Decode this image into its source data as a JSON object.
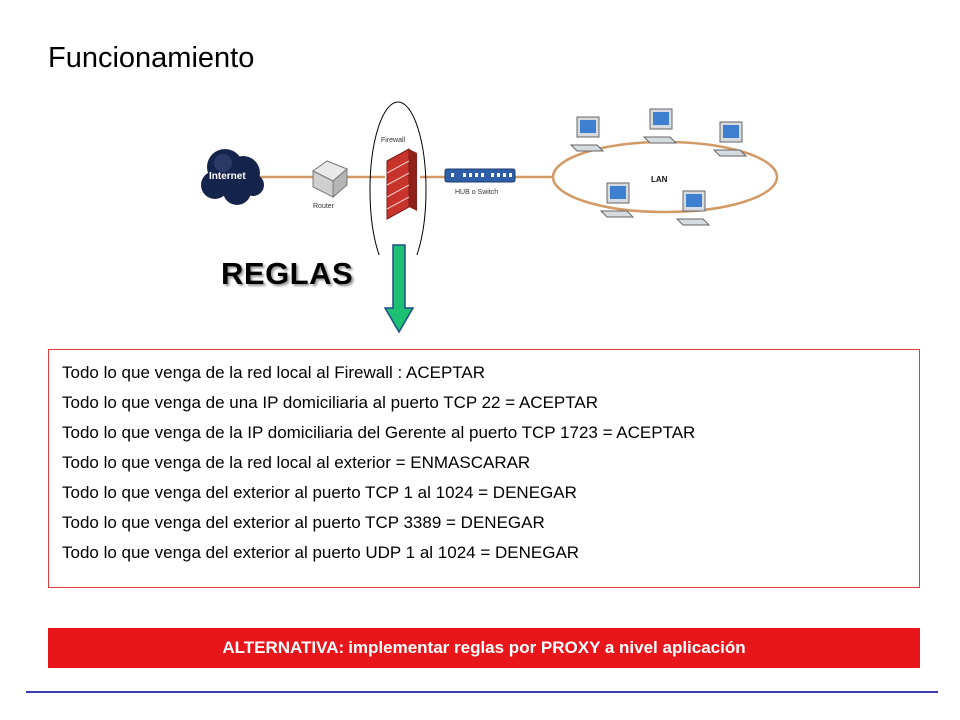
{
  "slide": {
    "title": "Funcionamiento",
    "reglas_heading": "REGLAS"
  },
  "diagram": {
    "labels": {
      "internet": "Internet",
      "router": "Router",
      "firewall": "Firewall",
      "hub": "HUB o Switch",
      "lan": "LAN"
    },
    "colors": {
      "cable": "#d19a66",
      "internet_cloud": "#15244a",
      "firewall_brick": "#c8342c",
      "hub": "#2e5ea8",
      "arrow_fill": "#1dbf73",
      "arrow_stroke": "#1b4f87"
    }
  },
  "rules": [
    "Todo lo que venga de la red local al Firewall : ACEPTAR",
    "Todo lo que venga de una IP domiciliaria al puerto TCP 22 = ACEPTAR",
    "Todo lo que venga de la IP domiciliaria del Gerente al puerto TCP 1723 = ACEPTAR",
    "Todo lo que venga de la red local al exterior = ENMASCARAR",
    "Todo lo que venga del exterior al puerto TCP 1 al 1024 = DENEGAR",
    "Todo lo que venga del exterior al puerto TCP 3389 = DENEGAR",
    "Todo lo que venga del exterior al puerto UDP 1 al 1024 = DENEGAR"
  ],
  "alternative": {
    "prefix": "ALTERNATIVA:",
    "text": "implementar reglas por PROXY a nivel aplicación",
    "bar_color": "#e8151b"
  },
  "footer": {
    "line_color": "#3b3bb5"
  }
}
